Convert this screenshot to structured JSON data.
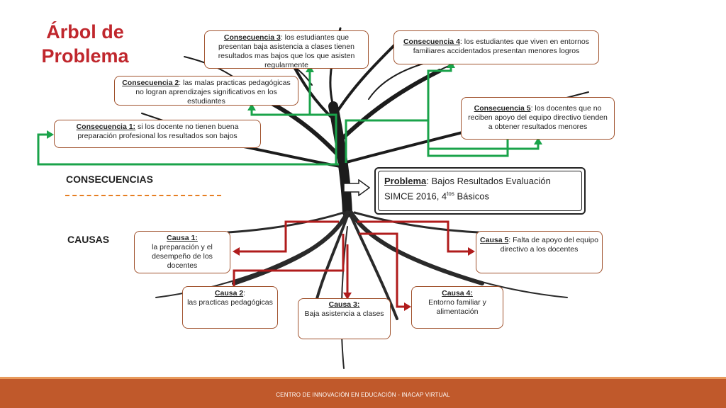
{
  "title": {
    "line1": "Árbol de",
    "line2": "Problema"
  },
  "sections": {
    "consequences": "CONSECUENCIAS",
    "causes": "CAUSAS"
  },
  "consequences": [
    {
      "head": "Consecuencia 1:",
      "text": " si los docente no tienen buena preparación profesional los resultados son bajos"
    },
    {
      "head": "Consecuencia 2",
      "text": ": las malas practicas pedagógicas no logran aprendizajes significativos en los estudiantes"
    },
    {
      "head": "Consecuencia 3",
      "text": ": los estudiantes que presentan baja asistencia a clases tienen resultados mas bajos que los que asisten regularmente"
    },
    {
      "head": "Consecuencia 4",
      "text": ": los estudiantes que viven en entornos familiares accidentados presentan menores logros"
    },
    {
      "head": "Consecuencia 5",
      "text": ": los docentes que no reciben apoyo del equipo directivo tienden a obtener resultados menores"
    }
  ],
  "problem": {
    "head": "Problema",
    "text": ": Bajos Resultados Evaluación SIMCE 2016, 4",
    "sup": "tos",
    "tail": " Básicos"
  },
  "causes": [
    {
      "head": "Causa 1:",
      "text": "la preparación y el desempeño de los docentes"
    },
    {
      "head": "Causa 2",
      "text": "las practicas pedagógicas"
    },
    {
      "head": "Causa 3:",
      "text": "Baja asistencia a clases"
    },
    {
      "head": "Causa 4:",
      "text": "Entorno familiar y alimentación"
    },
    {
      "head": "Causa 5",
      "text": ": Falta de apoyo del equipo directivo a los docentes"
    }
  ],
  "footer": "CENTRO DE INNOVACIÓN EN EDUCACIÓN - INACAP VIRTUAL",
  "colors": {
    "title": "#c0272d",
    "green": "#1aa34a",
    "red": "#b01c1c",
    "footer": "#c0592b",
    "dash": "#e67e22"
  }
}
